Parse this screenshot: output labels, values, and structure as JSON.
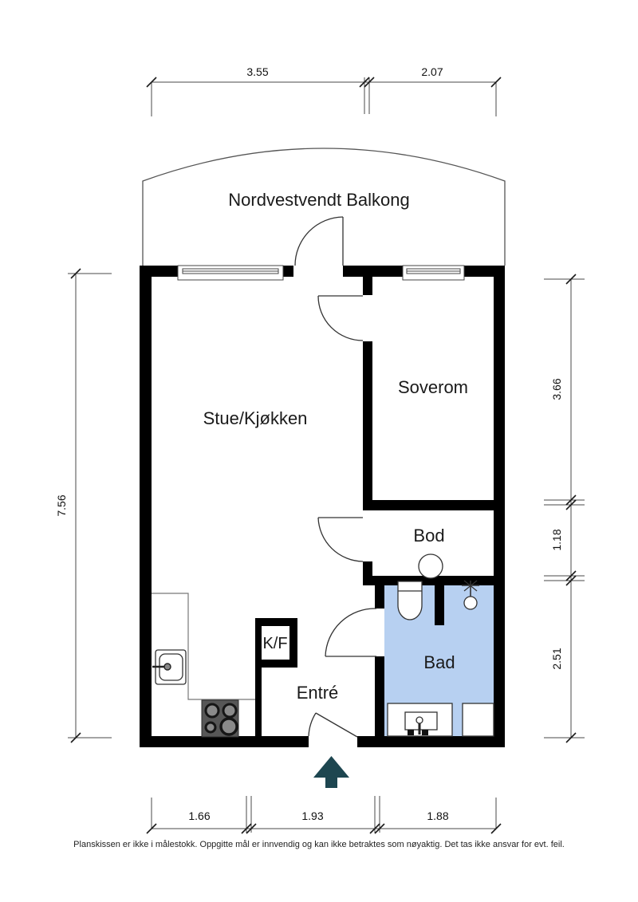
{
  "plan": {
    "balcony_label": "Nordvestvendt Balkong",
    "rooms": {
      "living": "Stue/Kjøkken",
      "bedroom": "Soverom",
      "storage": "Bod",
      "bathroom": "Bad",
      "entry": "Entré",
      "closet": "K/F"
    },
    "dimensions": {
      "top": [
        "3.55",
        "2.07"
      ],
      "left": [
        "7.56"
      ],
      "right": [
        "3.66",
        "1.18",
        "2.51"
      ],
      "bottom": [
        "1.66",
        "1.93",
        "1.88"
      ]
    },
    "disclaimer": "Planskissen er ikke i målestokk. Oppgitte mål er innvendig og kan ikke betraktes som nøyaktig. Det tas ikke ansvar for evt. feil.",
    "colors": {
      "wall": "#000000",
      "bathroom_fill": "#b7d0f1",
      "bathroom_text": "#1c2f4a",
      "entry_arrow": "#1d4650"
    }
  }
}
